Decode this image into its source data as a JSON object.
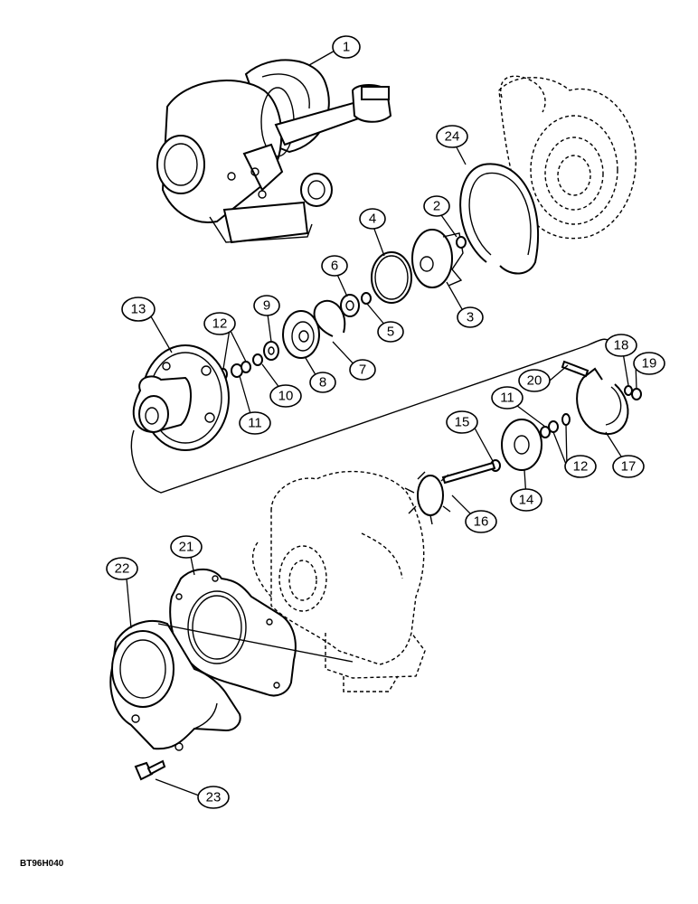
{
  "callouts": {
    "c1": "1",
    "c2": "2",
    "c3": "3",
    "c4": "4",
    "c5": "5",
    "c6": "6",
    "c7": "7",
    "c8": "8",
    "c9": "9",
    "c10": "10",
    "c11a": "11",
    "c11b": "11",
    "c12a": "12",
    "c12b": "12",
    "c13": "13",
    "c14": "14",
    "c15": "15",
    "c16": "16",
    "c17": "17",
    "c18": "18",
    "c19": "19",
    "c20": "20",
    "c21": "21",
    "c22": "22",
    "c23": "23",
    "c24": "24"
  },
  "drawing_code": "BT96H040"
}
